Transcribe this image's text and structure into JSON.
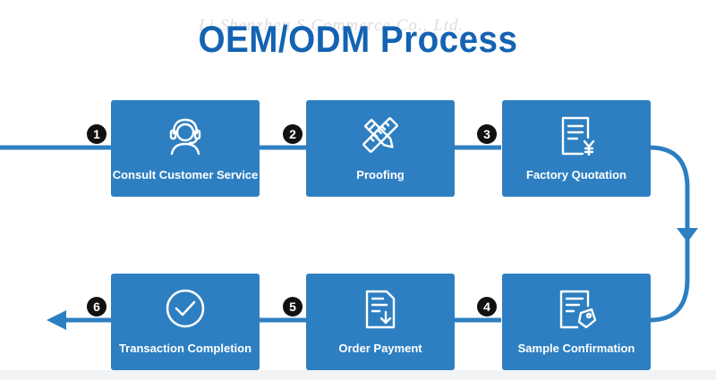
{
  "title": "OEM/ODM Process",
  "watermark": "Li Shenzhen S Commerce Co., Ltd.",
  "colors": {
    "title": "#1463b3",
    "box": "#2d7fc1",
    "line": "#2d7fc1",
    "badge": "#111111"
  },
  "steps": [
    {
      "number": "1",
      "label": "Consult Customer Service",
      "icon": "customer-service-headset-icon"
    },
    {
      "number": "2",
      "label": "Proofing",
      "icon": "pencil-ruler-icon"
    },
    {
      "number": "3",
      "label": "Factory Quotation",
      "icon": "quotation-document-yen-icon"
    },
    {
      "number": "4",
      "label": "Sample Confirmation",
      "icon": "sample-document-tag-icon"
    },
    {
      "number": "5",
      "label": "Order Payment",
      "icon": "payment-document-download-icon"
    },
    {
      "number": "6",
      "label": "Transaction Completion",
      "icon": "checkmark-circle-icon"
    }
  ]
}
